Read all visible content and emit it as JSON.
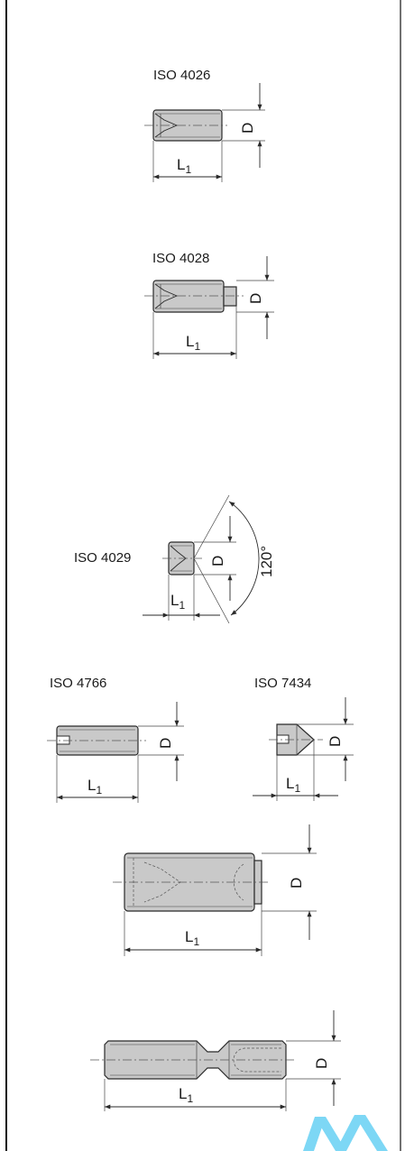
{
  "figures": [
    {
      "standard": "ISO 4026",
      "dim_length": "L",
      "dim_length_sub": "1",
      "dim_diameter": "D"
    },
    {
      "standard": "ISO 4028",
      "dim_length": "L",
      "dim_length_sub": "1",
      "dim_diameter": "D"
    },
    {
      "standard": "ISO 4029",
      "dim_length": "L",
      "dim_length_sub": "1",
      "dim_diameter": "D",
      "dim_angle": "120°"
    },
    {
      "standard": "ISO 4766",
      "dim_length": "L",
      "dim_length_sub": "1",
      "dim_diameter": "D"
    },
    {
      "standard": "ISO 7434",
      "dim_length": "L",
      "dim_length_sub": "1",
      "dim_diameter": "D"
    },
    {
      "standard": "",
      "dim_length": "L",
      "dim_length_sub": "1",
      "dim_diameter": "D"
    },
    {
      "standard": "",
      "dim_length": "L",
      "dim_length_sub": "1",
      "dim_diameter": "D"
    }
  ],
  "colors": {
    "part_fill": "#c9c9c9",
    "line": "#2a2a2a",
    "watermark": "#6fd3f5"
  }
}
